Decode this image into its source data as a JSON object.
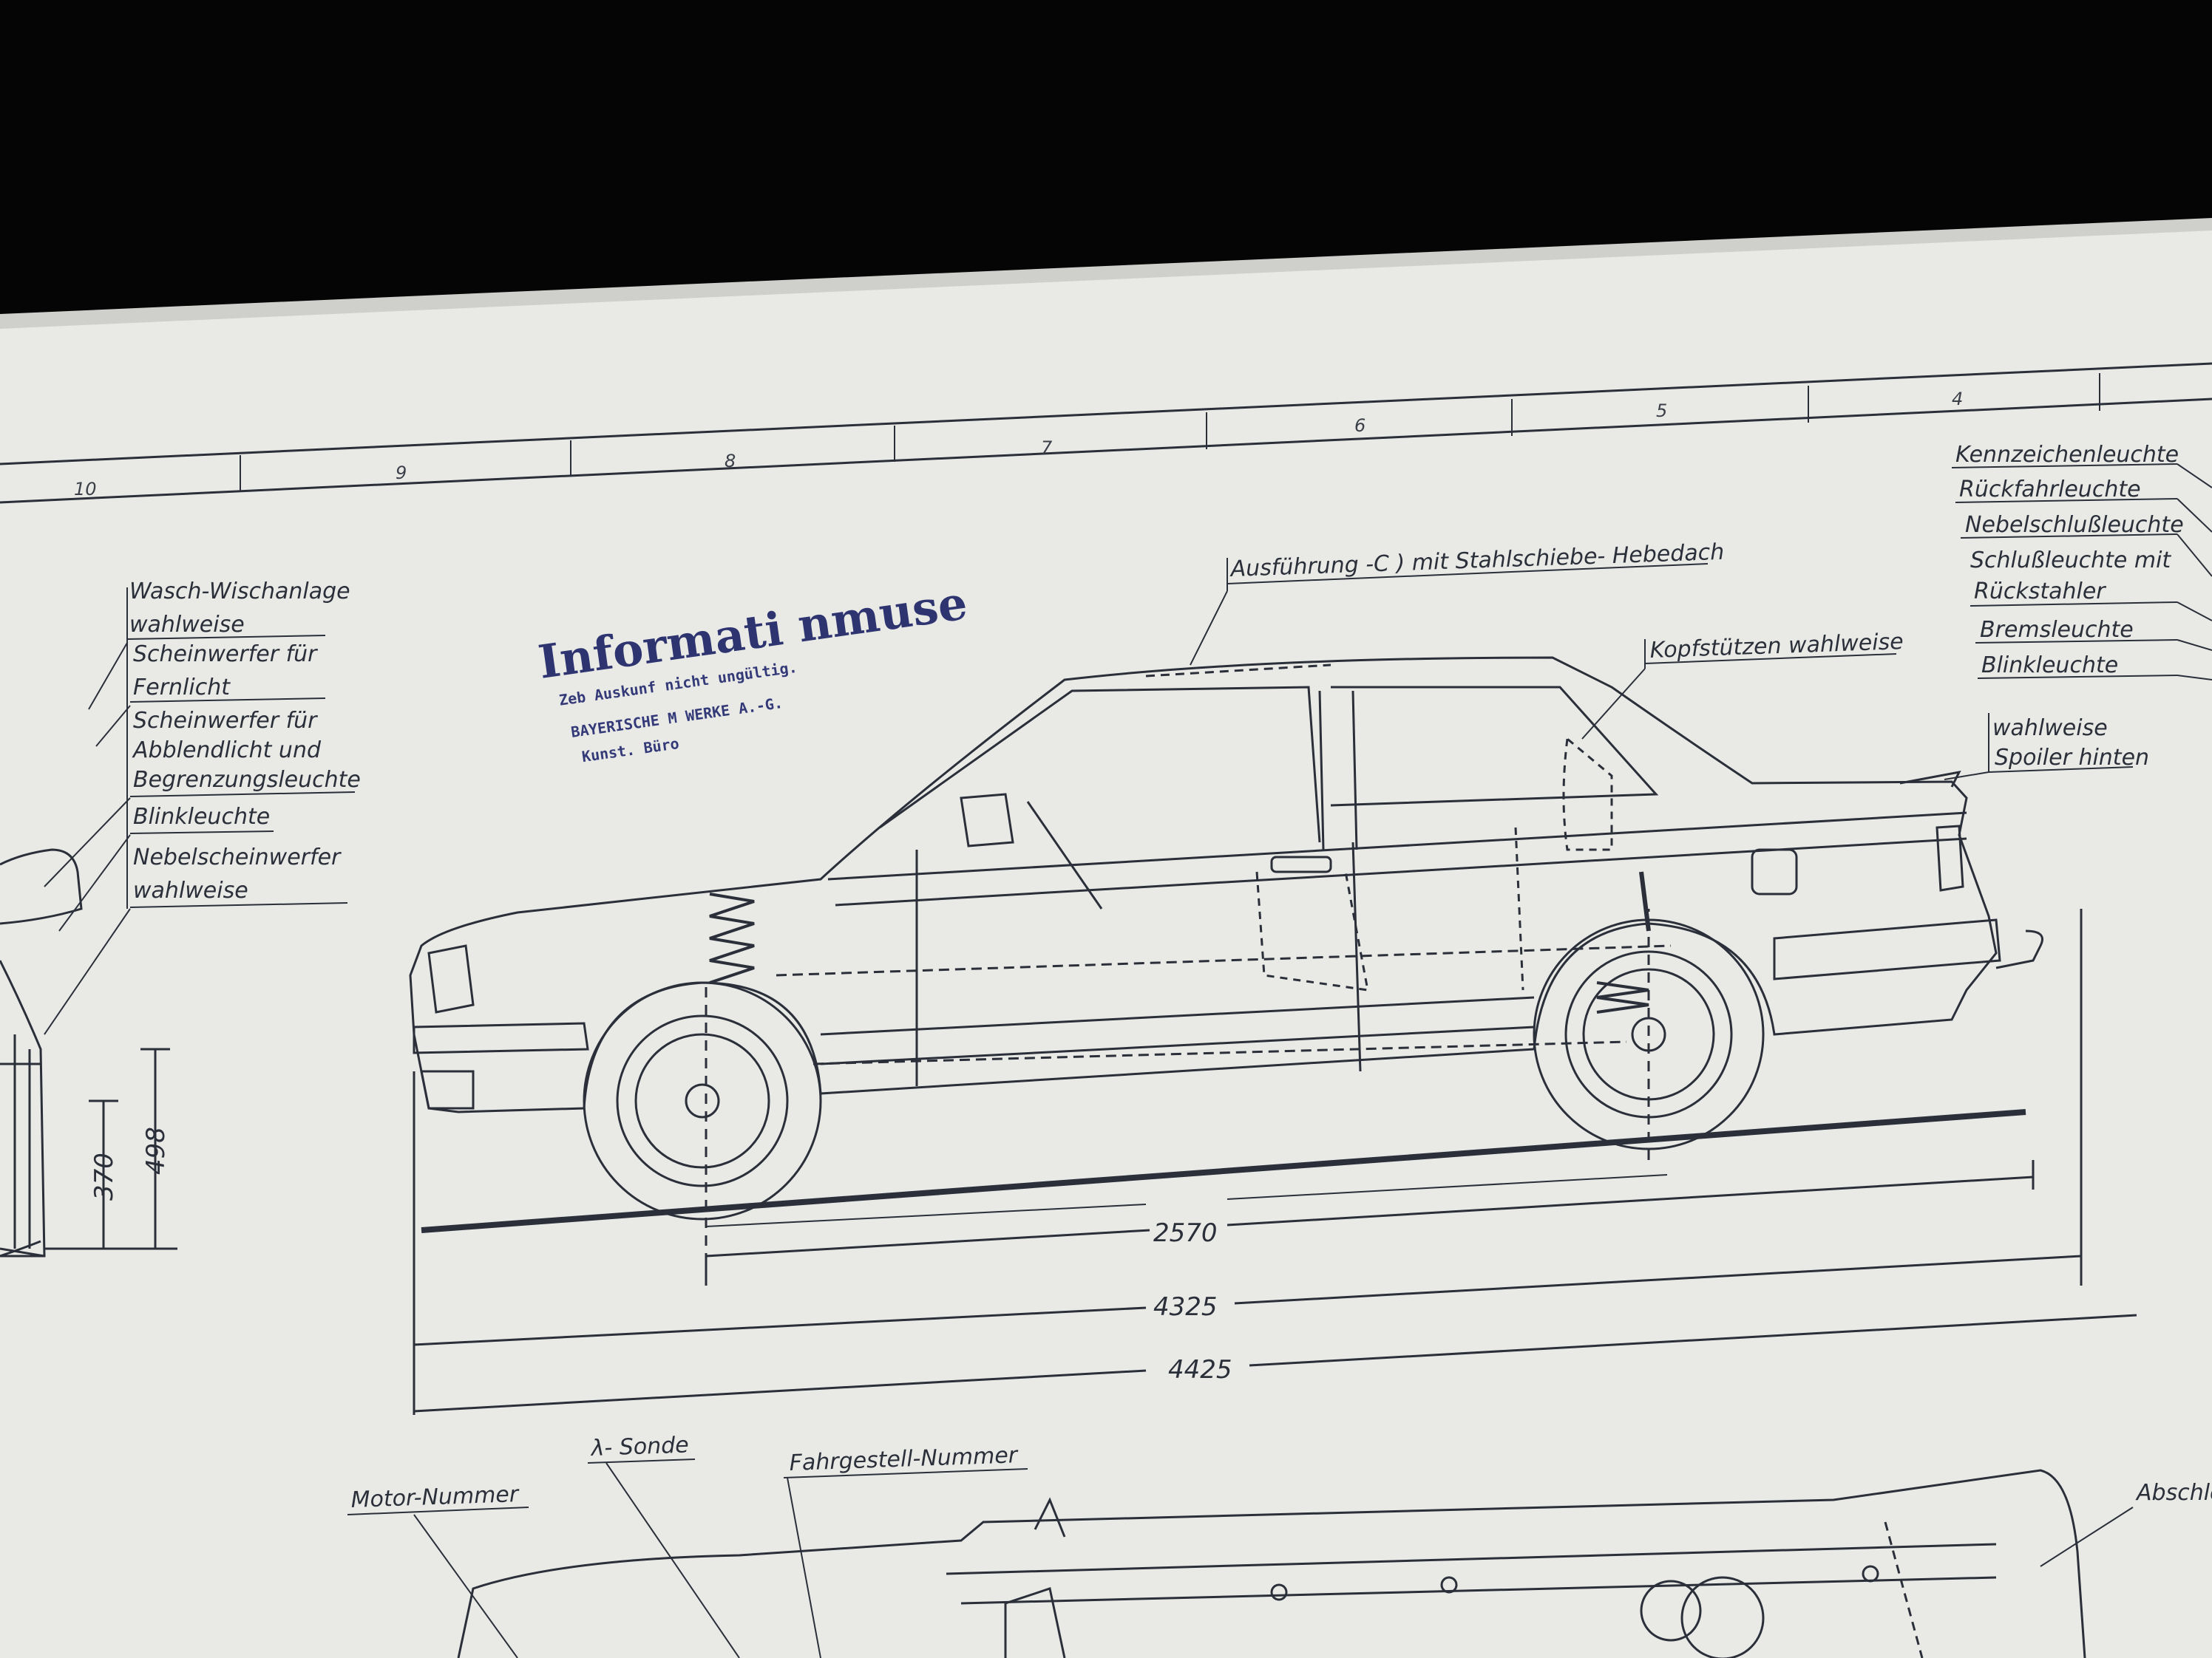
{
  "colors": {
    "background": "#050506",
    "paper": "#e9eae6",
    "ink": "#2a2f3a",
    "stamp": "#2e3470"
  },
  "zones": [
    "10",
    "9",
    "8",
    "7",
    "6",
    "5",
    "4"
  ],
  "labels_left": {
    "wasch": [
      "Wasch-Wischanlage",
      "wahlweise"
    ],
    "fernlicht": [
      "Scheinwerfer für",
      "Fernlicht"
    ],
    "abblend": [
      "Scheinwerfer für",
      "Abblendlicht und",
      "Begrenzungsleuchte"
    ],
    "blink": [
      "Blinkleuchte"
    ],
    "nebel": [
      "Nebelscheinwerfer",
      "wahlweise"
    ]
  },
  "labels_right": {
    "kennz": [
      "Kennzeichenleuchte"
    ],
    "rueck": [
      "Rückfahrleuchte"
    ],
    "nebelschluss": [
      "Nebelschlußleuchte"
    ],
    "schluss": [
      "Schlußleuchte mit",
      "Rückstahler"
    ],
    "brems": [
      "Bremsleuchte"
    ],
    "blink": [
      "Blinkleuchte"
    ],
    "spoiler": [
      "wahlweise",
      "Spoiler hinten"
    ]
  },
  "labels_top": {
    "ausfuehrung": "Ausführung -C ) mit Stahlschiebe- Hebedach",
    "kopf": "Kopfstützen wahlweise"
  },
  "labels_bottom": {
    "motor": "Motor-Nummer",
    "sonde": "λ- Sonde",
    "fahrgestell": "Fahrgestell-Nummer",
    "abschl": "Abschle"
  },
  "stamp": {
    "title": "Informati   nmuse",
    "line1": "Zeb Auskunf      nicht ungültig.",
    "line2": "BAYERISCHE M      WERKE A.-G.",
    "line3": "Kunst. Büro"
  },
  "dimensions": {
    "wheelbase": "2570",
    "length_a": "4325",
    "length_b": "4425",
    "front_h1": "370",
    "front_h2": "498"
  }
}
